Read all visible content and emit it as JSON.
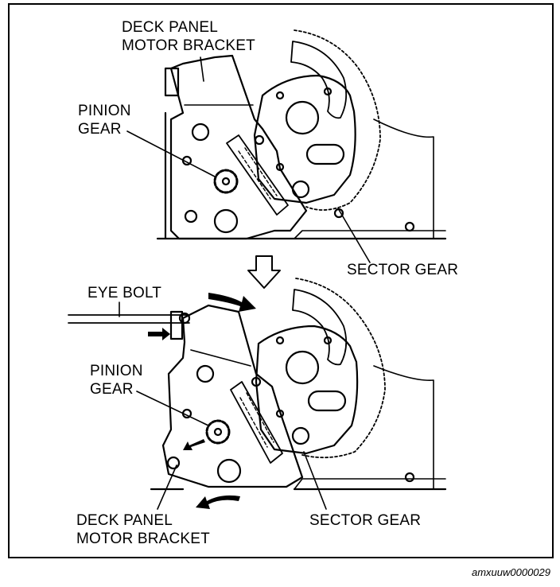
{
  "labels": {
    "top_bracket_line1": "DECK PANEL",
    "top_bracket_line2": "MOTOR BRACKET",
    "top_pinion_line1": "PINION",
    "top_pinion_line2": "GEAR",
    "top_sector": "SECTOR GEAR",
    "eye_bolt": "EYE BOLT",
    "bottom_pinion_line1": "PINION",
    "bottom_pinion_line2": "GEAR",
    "bottom_bracket_line1": "DECK PANEL",
    "bottom_bracket_line2": "MOTOR BRACKET",
    "bottom_sector": "SECTOR GEAR"
  },
  "figure_code": "amxuuw0000029"
}
